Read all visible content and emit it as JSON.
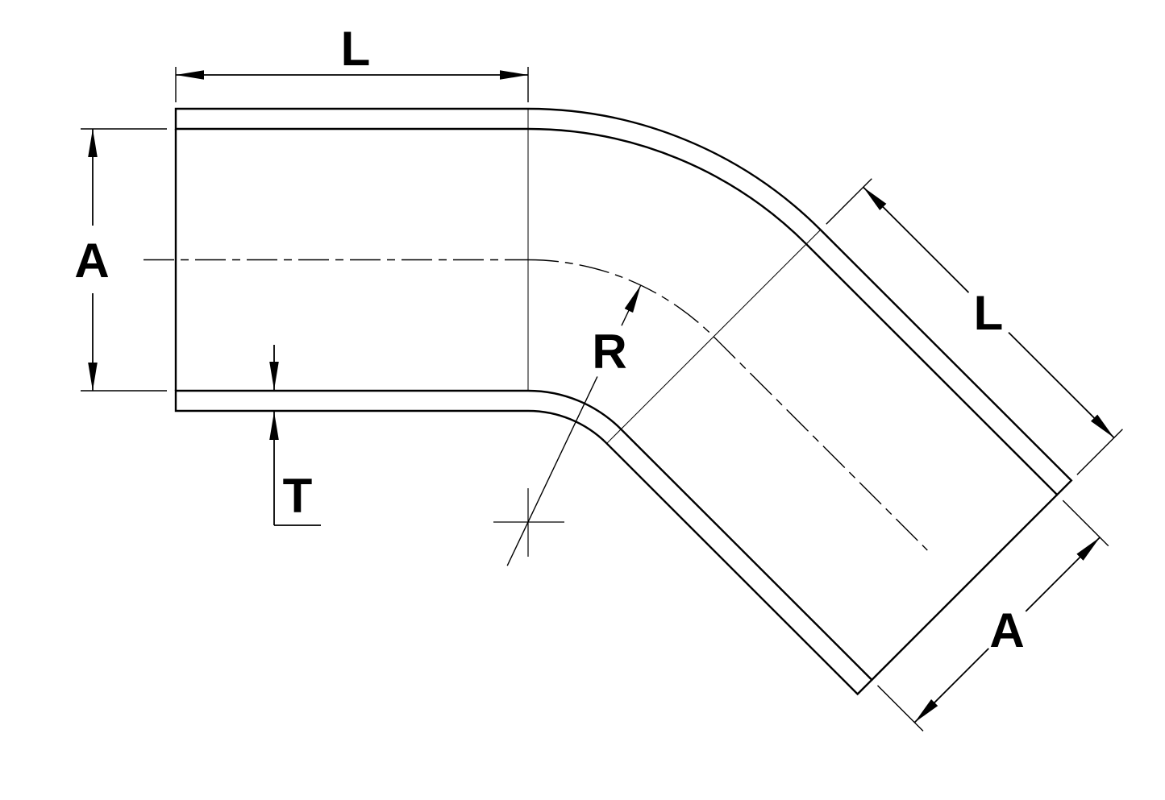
{
  "drawing": {
    "background_color": "#ffffff",
    "stroke_color": "#000000",
    "dimension_labels": {
      "top_length": "L",
      "left_diameter": "A",
      "wall_thickness": "T",
      "bend_radius": "R",
      "leg_length": "L",
      "leg_diameter": "A"
    }
  }
}
